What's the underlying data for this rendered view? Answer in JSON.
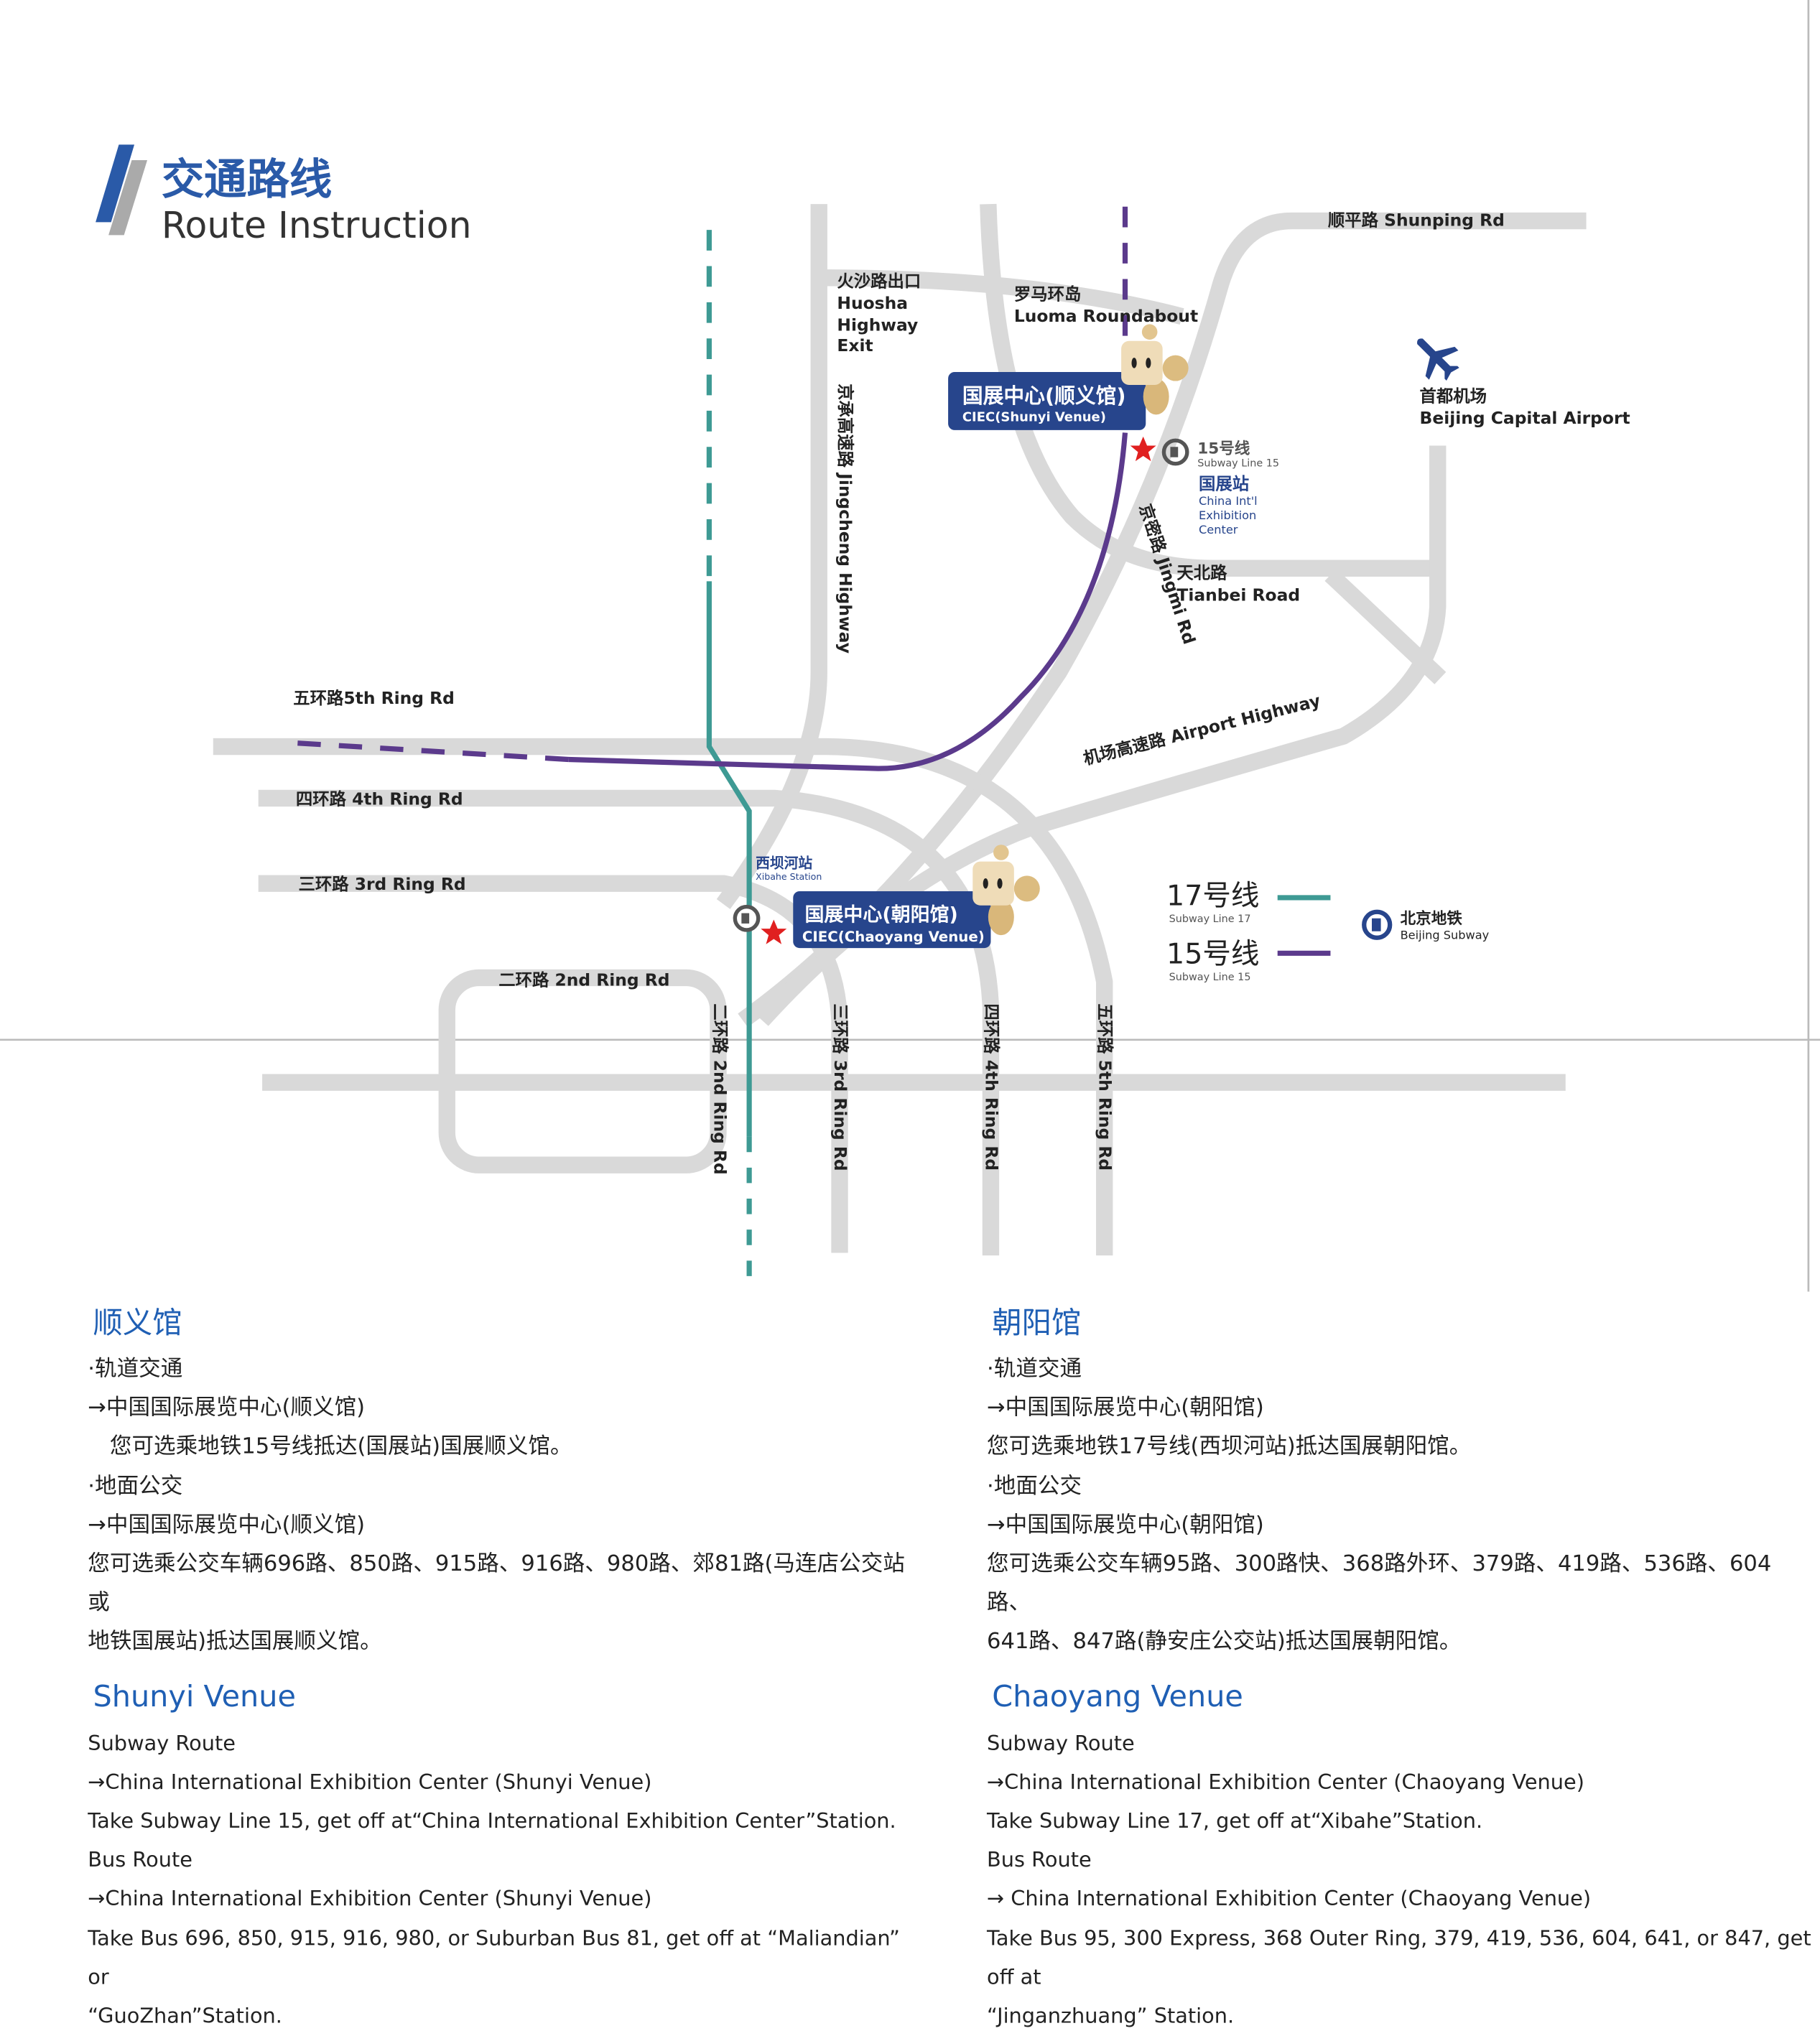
{
  "header": {
    "title_zh": "交通路线",
    "title_en": "Route Instruction"
  },
  "map": {
    "roads": {
      "huosha": [
        "火沙路出口",
        "Huosha",
        "Highway",
        "Exit"
      ],
      "luoma": [
        "罗马环岛",
        "Luoma Roundabout"
      ],
      "shunping": "顺平路 Shunping Rd",
      "jingcheng": "京承高速路 Jingcheng Highway",
      "jingmi": "京密路 Jingmi Rd",
      "tianbei": [
        "天北路",
        "Tianbei Road"
      ],
      "airport_hwy": "机场高速路 Airport Highway",
      "ring5": "五环路5th Ring Rd",
      "ring4": "四环路 4th Ring Rd",
      "ring3": "三环路 3rd Ring Rd",
      "ring2": "二环路 2nd Ring Rd",
      "v_ring2": "二环路 2nd Ring Rd",
      "v_ring3": "三环路 3rd Ring Rd",
      "v_ring4": "四环路 4th Ring Rd",
      "v_ring5": "五环路 5th Ring Rd"
    },
    "airport": [
      "首都机场",
      "Beijing Capital Airport"
    ],
    "shunyi_venue": {
      "zh": "国展中心(顺义馆)",
      "en": "CIEC(Shunyi Venue)"
    },
    "chaoyang_venue": {
      "zh": "国展中心(朝阳馆)",
      "en": "CIEC(Chaoyang Venue)"
    },
    "line15_station": {
      "line": "15号线",
      "line_en": "Subway Line 15",
      "name": "国展站",
      "name_en": [
        "China Int'l",
        "Exhibition",
        "Center"
      ]
    },
    "xibahe": {
      "name": "西坝河站",
      "name_en": "Xibahe Station"
    },
    "legend": {
      "l17": "17号线",
      "l17_en": "Subway Line 17",
      "l15": "15号线",
      "l15_en": "Subway Line 15",
      "brand": "北京地铁",
      "brand_en": "Beijing Subway"
    },
    "colors": {
      "line17": "#3e9a94",
      "line15": "#5b3a8c",
      "road": "#d9d9d9",
      "venue": "#27458c",
      "star": "#e02020"
    }
  },
  "shunyi": {
    "zh_title": "顺义馆",
    "zh_lines": [
      "·轨道交通",
      "→中国国际展览中心(顺义馆)",
      "　您可选乘地铁15号线抵达(国展站)国展顺义馆。",
      "·地面公交",
      "→中国国际展览中心(顺义馆)",
      "您可选乘公交车辆696路、850路、915路、916路、980路、郊81路(马连店公交站或",
      "地铁国展站)抵达国展顺义馆。"
    ],
    "en_title": "Shunyi Venue",
    "en_lines": [
      "Subway Route",
      "→China International Exhibition Center (Shunyi Venue)",
      "Take Subway Line 15, get off at“China International Exhibition Center”Station.",
      "Bus Route",
      "→China International Exhibition Center (Shunyi Venue)",
      "Take Bus 696, 850, 915, 916, 980, or Suburban Bus 81, get off at “Maliandian” or",
      "“GuoZhan”Station."
    ]
  },
  "chaoyang": {
    "zh_title": "朝阳馆",
    "zh_lines": [
      "·轨道交通",
      "→中国国际展览中心(朝阳馆)",
      "您可选乘地铁17号线(西坝河站)抵达国展朝阳馆。",
      "·地面公交",
      "→中国国际展览中心(朝阳馆)",
      "您可选乘公交车辆95路、300路快、368路外环、379路、419路、536路、604路、",
      "641路、847路(静安庄公交站)抵达国展朝阳馆。"
    ],
    "en_title": "Chaoyang Venue",
    "en_lines": [
      "Subway Route",
      "→China International Exhibition Center (Chaoyang Venue)",
      "Take Subway Line 17, get off at“Xibahe”Station.",
      "Bus Route",
      "→ China International Exhibition Center (Chaoyang Venue)",
      "Take Bus 95, 300 Express, 368 Outer Ring, 379, 419, 536, 604, 641, or 847, get off at",
      "“Jinganzhuang” Station."
    ]
  }
}
